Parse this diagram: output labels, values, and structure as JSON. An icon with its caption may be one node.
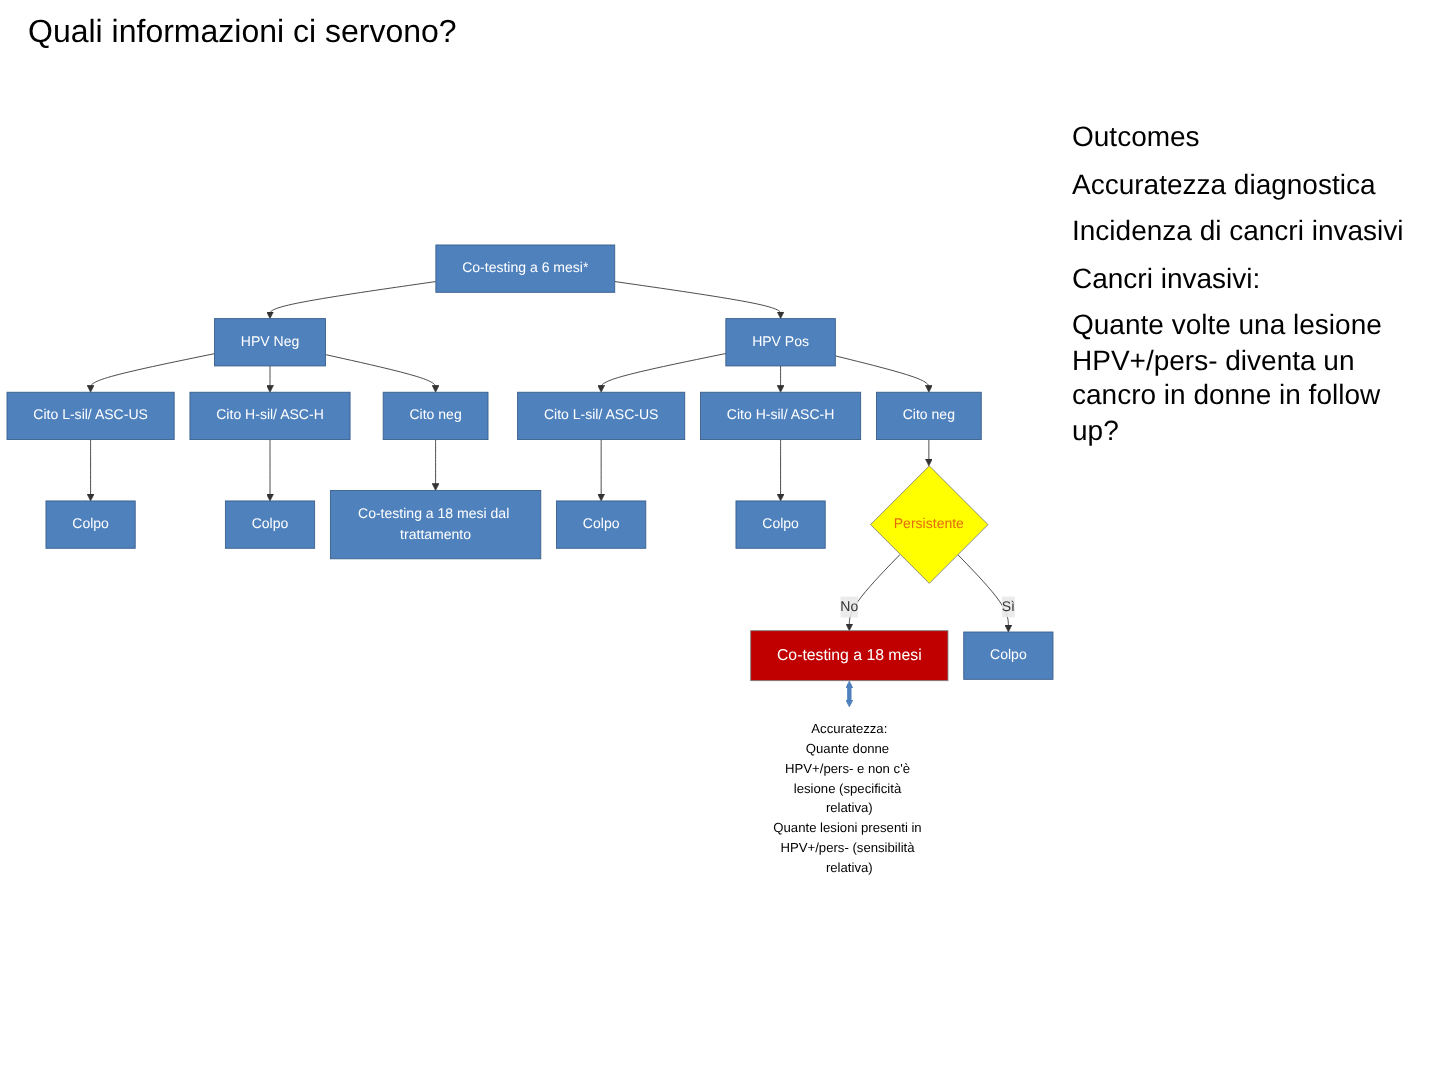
{
  "diagram": {
    "title": "Quali informazioni ci servono?",
    "nodes": [
      {
        "text": [
          "Co-testing a 6 mesi*"
        ]
      },
      {
        "text": [
          "HPV Neg"
        ]
      },
      {
        "text": [
          "HPV Pos"
        ]
      },
      {
        "text": [
          "Cito neg"
        ]
      },
      {
        "text": [
          "Cito L-sil/ ASC-US"
        ]
      },
      {
        "text": [
          "Cito H-sil/ ASC-H"
        ]
      },
      {
        "text": [
          "Colpo"
        ]
      },
      {
        "text": [
          "Colpo"
        ]
      },
      {
        "text": [
          "Co-testing a 18 mesi dal trattamento"
        ]
      },
      {
        "text": [
          "Cito neg"
        ]
      },
      {
        "text": [
          "Cito L-sil/ ASC-US"
        ]
      },
      {
        "text": [
          "Cito H-sil/ ASC-H"
        ]
      },
      {
        "text": [
          "Colpo"
        ]
      },
      {
        "text": [
          "Colpo"
        ]
      },
      {
        "text": [
          "Persistente"
        ]
      },
      {
        "text": [
          "Co-testing a 18 mesi"
        ]
      },
      {
        "text": [
          "Colpo"
        ]
      },
      {
        "text": [
          "Accuratezza:",
          "Quante donne HPV+/pers- e non c'è lesione (specificità relativa)",
          "Quante lesioni presenti in HPV+/pers- (sensibilità relativa)"
        ]
      }
    ],
    "edges": [
      {
        "from": 0,
        "to": 1,
        "arrow": "to"
      },
      {
        "from": 0,
        "to": 2,
        "arrow": "to"
      },
      {
        "from": 1,
        "to": 3,
        "arrow": "to"
      },
      {
        "from": 1,
        "to": 4,
        "arrow": "to"
      },
      {
        "from": 1,
        "to": 5,
        "arrow": "to"
      },
      {
        "from": 4,
        "to": 6,
        "arrow": "to"
      },
      {
        "from": 5,
        "to": 7,
        "arrow": "to"
      },
      {
        "from": 3,
        "to": 8,
        "arrow": "to"
      },
      {
        "from": 2,
        "to": 9,
        "arrow": "to"
      },
      {
        "from": 2,
        "to": 10,
        "arrow": "to"
      },
      {
        "from": 2,
        "to": 11,
        "arrow": "to"
      },
      {
        "from": 10,
        "to": 12,
        "arrow": "to"
      },
      {
        "from": 11,
        "to": 13,
        "arrow": "to"
      },
      {
        "from": 9,
        "to": 14,
        "arrow": "to"
      },
      {
        "from": 14,
        "to": 15,
        "arrow": "to",
        "label": "No"
      },
      {
        "from": 14,
        "to": 16,
        "arrow": "to",
        "label": "Sì"
      },
      {
        "from": 15,
        "to": 17,
        "arrow": "both",
        "style": "thick",
        "color": "#4f81bd"
      }
    ],
    "labels": [
      "Outcomes",
      "Accuratezza diagnostica",
      "Incidenza di cancri invasivi",
      "Cancri invasivi:",
      "Quante volte una lesione HPV+/pers- diventa un cancro in donne in follow up?"
    ]
  }
}
